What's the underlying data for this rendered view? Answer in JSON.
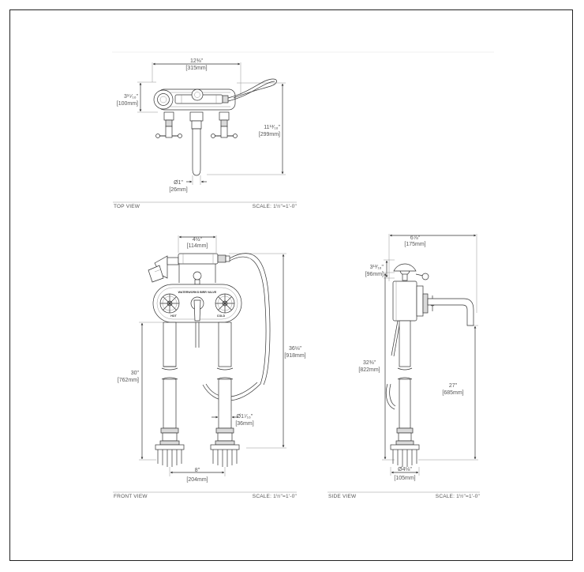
{
  "views": {
    "top": {
      "title": "TOP VIEW",
      "scale": "SCALE: 1½\"=1'-0\"",
      "dims": {
        "width_in": "12⅜\"",
        "width_mm": "[315mm]",
        "depth_in": "3¹⁵⁄₁₆\"",
        "depth_mm": "[100mm]",
        "length_in": "11¹³⁄₁₆\"",
        "length_mm": "[299mm]",
        "dia_in": "Ø1\"",
        "dia_mm": "[26mm]"
      }
    },
    "front": {
      "title": "FRONT VIEW",
      "scale": "SCALE: 1½\"=1'-0\"",
      "labels": {
        "brand": "WATERWORKS BIRR VALVE",
        "hot": "HOT",
        "cold": "COLD"
      },
      "dims": {
        "handshower_in": "4½\"",
        "handshower_mm": "[114mm]",
        "height_in": "30\"",
        "height_mm": "[762mm]",
        "overall_in": "36⅛\"",
        "overall_mm": "[918mm]",
        "leg_dia_in": "Ø1⁷⁄₁₆\"",
        "leg_dia_mm": "[36mm]",
        "centers_in": "8\"",
        "centers_mm": "[204mm]"
      }
    },
    "side": {
      "title": "SIDE VIEW",
      "scale": "SCALE: 1½\"=1'-0\"",
      "dims": {
        "projection_in": "6⅞\"",
        "projection_mm": "[175mm]",
        "cradle_in": "3¹³⁄₁₆\"",
        "cradle_mm": "[96mm]",
        "spout_height_in": "32⅜\"",
        "spout_height_mm": "[822mm]",
        "outlet_height_in": "27\"",
        "outlet_height_mm": "[685mm]",
        "flange_in": "Ø4⅛\"",
        "flange_mm": "[105mm]"
      }
    }
  }
}
